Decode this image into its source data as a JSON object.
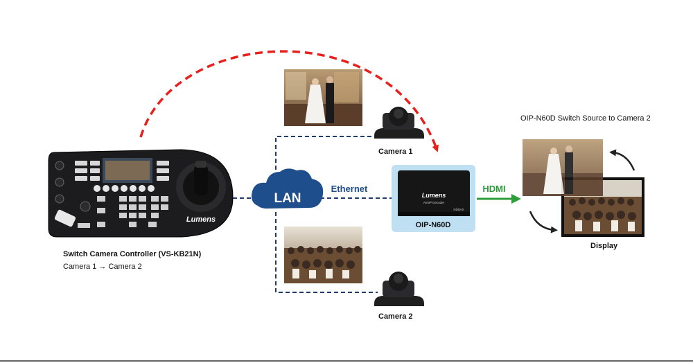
{
  "controller": {
    "name": "Switch Camera Controller (VS-KB21N)",
    "action": "Camera 1 → Camera 2",
    "brand": "Lumens"
  },
  "network": {
    "cloud_label": "LAN",
    "link_label": "Ethernet"
  },
  "cameras": [
    {
      "label": "Camera 1",
      "scene": "wedding-couple-photo"
    },
    {
      "label": "Camera 2",
      "scene": "congregation-photo"
    }
  ],
  "decoder": {
    "label": "OIP-N60D",
    "brand": "Lumens",
    "subtitle": "AVoIP Decoder",
    "badge": "NDI|HX"
  },
  "output": {
    "link_label": "HDMI",
    "display_label": "Display",
    "switch_caption": "OIP-N60D Switch Source to Camera 2"
  },
  "colors": {
    "lan_blue": "#1f4e8c",
    "dashed_red": "#e8201c",
    "hdmi_green": "#2e9c3a",
    "decoder_highlight": "#bfe0f2",
    "line_navy": "#1f3b6b"
  }
}
